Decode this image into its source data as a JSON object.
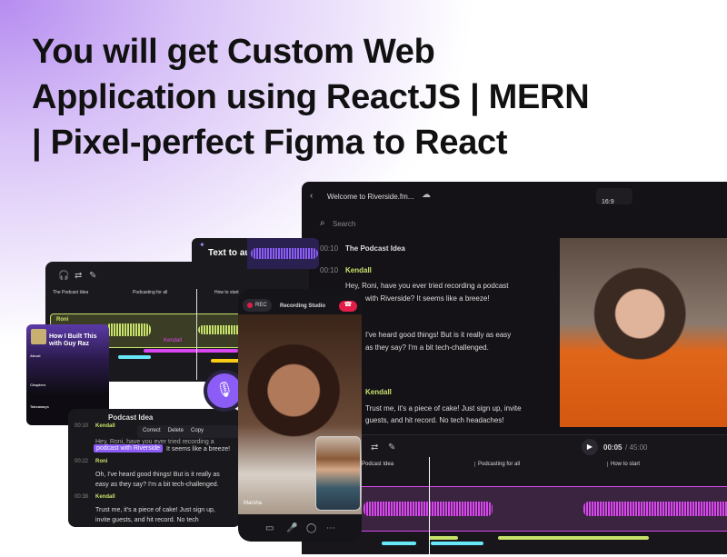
{
  "headline": [
    "You will get Custom Web",
    "Application using ReactJS | MERN",
    "| Pixel-perfect Figma to React"
  ],
  "main": {
    "title": "Welcome to Riverside.fm...",
    "aspect": "16:9",
    "search_placeholder": "Search",
    "transcript": [
      {
        "time": "00:10",
        "text": "The Podcast Idea"
      },
      {
        "time": "00:10",
        "speaker": "Kendall"
      },
      {
        "text": "Hey, Roni, have you ever tried recording a podcast"
      },
      {
        "text": "with Riverside? It seems like a breeze!"
      },
      {
        "text": "I've heard good things! But is it really as easy"
      },
      {
        "text": "as they say? I'm a bit tech-challenged."
      },
      {
        "speaker": "Kendall"
      },
      {
        "text": "Trust me, it's a piece of cake! Just sign up, invite"
      },
      {
        "text": "guests, and hit record. No tech headaches!"
      }
    ],
    "time_current": "00:05",
    "time_total": "/ 45:00",
    "chapters": [
      "Podcast Idea",
      "Podcasting for all",
      "How to start"
    ]
  },
  "editor": {
    "chapters": [
      "The Podcast Idea",
      "Podcasting for all",
      "How to start"
    ],
    "tracks": [
      "Roni",
      "Kendall"
    ]
  },
  "tta": {
    "label": "Text to au"
  },
  "podcast": {
    "title": "How I Built This with Guy Raz",
    "sections": [
      "About",
      "Chapters",
      "Takeaways"
    ]
  },
  "transcript_card": {
    "heading": "Podcast Idea",
    "actions": [
      "Correct",
      "Delete",
      "Copy"
    ],
    "rows": [
      {
        "time": "00:10",
        "speaker": "Kendall",
        "lines": [
          "Hey, Roni, have you ever tried recording a",
          "It seems like a breeze!"
        ],
        "highlight": "podcast with Riverside"
      },
      {
        "time": "00:22",
        "speaker": "Roni",
        "lines": [
          "Oh, I've heard good things! But is it really as",
          "easy as they say? I'm a bit tech-challenged."
        ]
      },
      {
        "time": "00:38",
        "speaker": "Kendall",
        "lines": [
          "Trust me, it's a piece of cake! Just sign up,",
          "invite guests, and hit record. No tech"
        ]
      }
    ]
  },
  "phone": {
    "rec": "REC",
    "title": "Recording Studio",
    "guest": "Marsha"
  },
  "colors": {
    "accent": "#8b5cf6",
    "lime": "#c7e26a",
    "magenta": "#d946ef",
    "cyan": "#67e8f9",
    "red": "#e11d48"
  }
}
